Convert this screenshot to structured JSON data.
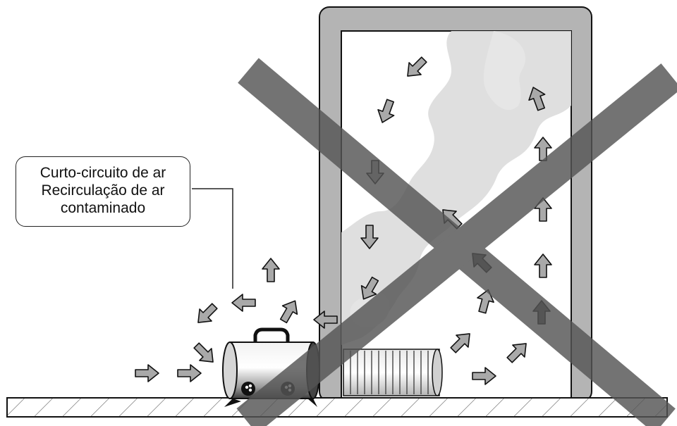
{
  "callout": {
    "line1": "Curto-circuito de ar",
    "line2": "Recirculação de ar",
    "line3": "contaminado"
  },
  "colors": {
    "arrow_fill": "#a9a9a9",
    "arrow_dark": "#555555",
    "outline": "#111111",
    "door_frame": "#b4b4b4",
    "cross": "#5c5c5c",
    "smoke": "#d9d9d9",
    "floor": "#cfcfcf"
  },
  "icons": [
    "cross-mark-icon",
    "fan-blower-icon",
    "flexible-duct-icon",
    "door-frame-icon",
    "airflow-arrow-icon",
    "smoke-cloud-icon"
  ]
}
